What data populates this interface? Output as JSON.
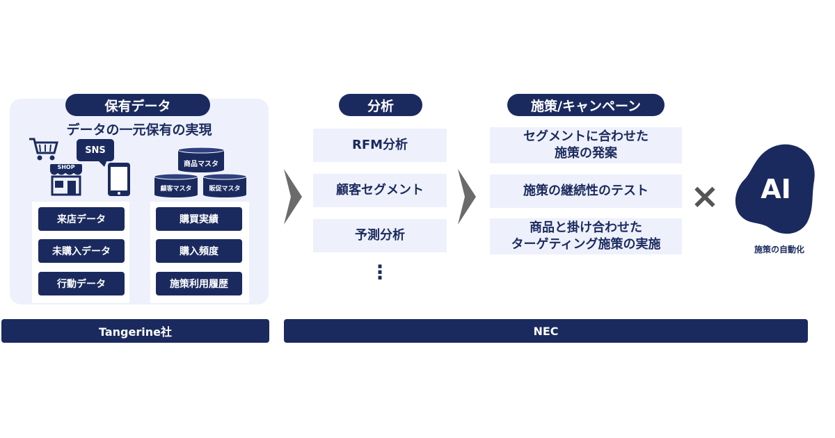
{
  "left": {
    "header": "保有データ",
    "subtitle": "データの一元保有の実現",
    "sns_label": "SNS",
    "shop_label": "SHOP",
    "db_labels": [
      "商品マスタ",
      "顧客マスタ",
      "販促マスタ"
    ],
    "left_items": [
      "来店データ",
      "未購入データ",
      "行動データ"
    ],
    "right_items": [
      "購買実績",
      "購入頻度",
      "施策利用履歴"
    ]
  },
  "analysis": {
    "header": "分析",
    "items": [
      "RFM分析",
      "顧客セグメント",
      "予測分析"
    ],
    "more": "⋮"
  },
  "campaign": {
    "header": "施策/キャンペーン",
    "items": [
      "セグメントに合わせた\n施策の発案",
      "施策の継続性のテスト",
      "商品と掛け合わせた\nターゲティング施策の実施"
    ]
  },
  "ai": {
    "times": "×",
    "label": "AI",
    "caption": "施策の自動化"
  },
  "footer": {
    "left": "Tangerine社",
    "right": "NEC"
  },
  "colors": {
    "navy": "#1b2a5e",
    "panel": "#eef1fb",
    "arrow": "#6b6b6b",
    "times": "#555555"
  }
}
